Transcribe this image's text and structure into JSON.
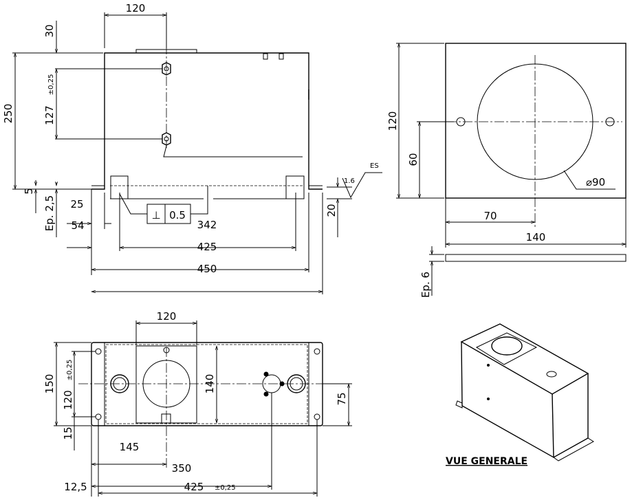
{
  "front_view": {
    "dims": {
      "width_top": "120",
      "height_total": "250",
      "top_offset": "30",
      "hole_spacing": "127",
      "hole_spacing_tol": "±0,25",
      "flange_5": "5",
      "thickness": "Ep. 2,5",
      "d25": "25",
      "d54": "54",
      "d342": "342",
      "d425": "425",
      "d450": "450",
      "d20": "20"
    },
    "tolerance": {
      "symbol": "⊥",
      "value": "0.5"
    },
    "surface": {
      "roughness": "1.6",
      "code": "ES"
    }
  },
  "plate_view": {
    "dims": {
      "height": "120",
      "hole_height": "60",
      "hole_x": "70",
      "width": "140",
      "diameter": "⌀90",
      "thickness": "Ep. 6"
    }
  },
  "top_view": {
    "dims": {
      "square": "120",
      "depth": "150",
      "hole_spacing": "120",
      "hole_spacing_tol": "±0,25",
      "inner": "140",
      "d75": "75",
      "d15": "15",
      "d145": "145",
      "d350": "350",
      "d425": "425",
      "d425_tol": "±0,25",
      "d12_5": "12,5"
    }
  },
  "iso_view": {
    "title": "VUE GENERALE"
  }
}
